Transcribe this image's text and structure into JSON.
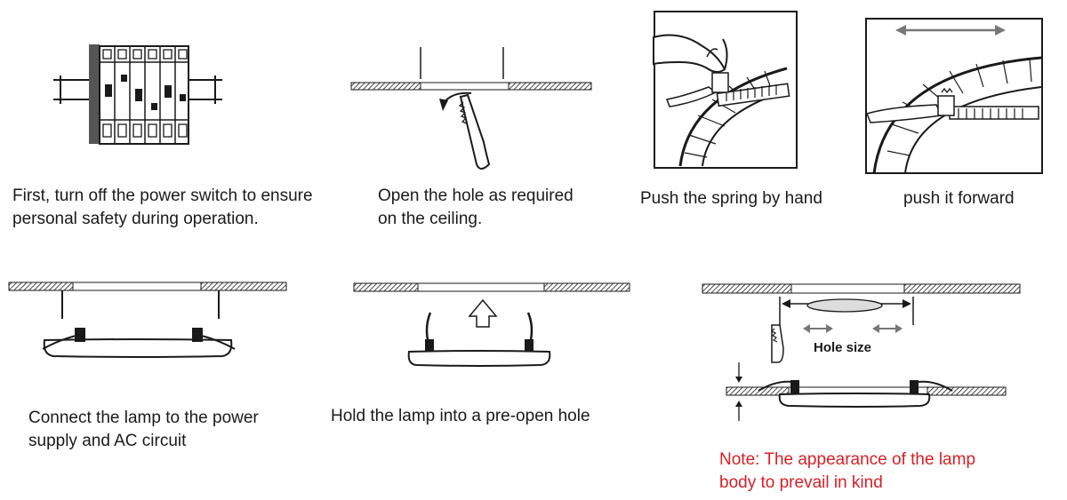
{
  "steps": [
    {
      "lines": [
        "First, turn off the power switch to ensure",
        "personal safety during operation."
      ]
    },
    {
      "lines": [
        "Open the hole as required",
        "on the ceiling."
      ]
    },
    {
      "lines": [
        "Push the spring by hand"
      ]
    },
    {
      "lines": [
        "push it forward"
      ]
    },
    {
      "lines": [
        "Connect the lamp to the power",
        "supply and AC circuit"
      ]
    },
    {
      "lines": [
        "Hold the lamp into a pre-open hole"
      ]
    }
  ],
  "hole_size_label": "Hole size",
  "note": {
    "lines": [
      "Note: The appearance of the lamp",
      "body to prevail in kind"
    ]
  },
  "colors": {
    "ink": "#1a1a1a",
    "note": "#d71f26",
    "arrow_gray": "#777777"
  }
}
